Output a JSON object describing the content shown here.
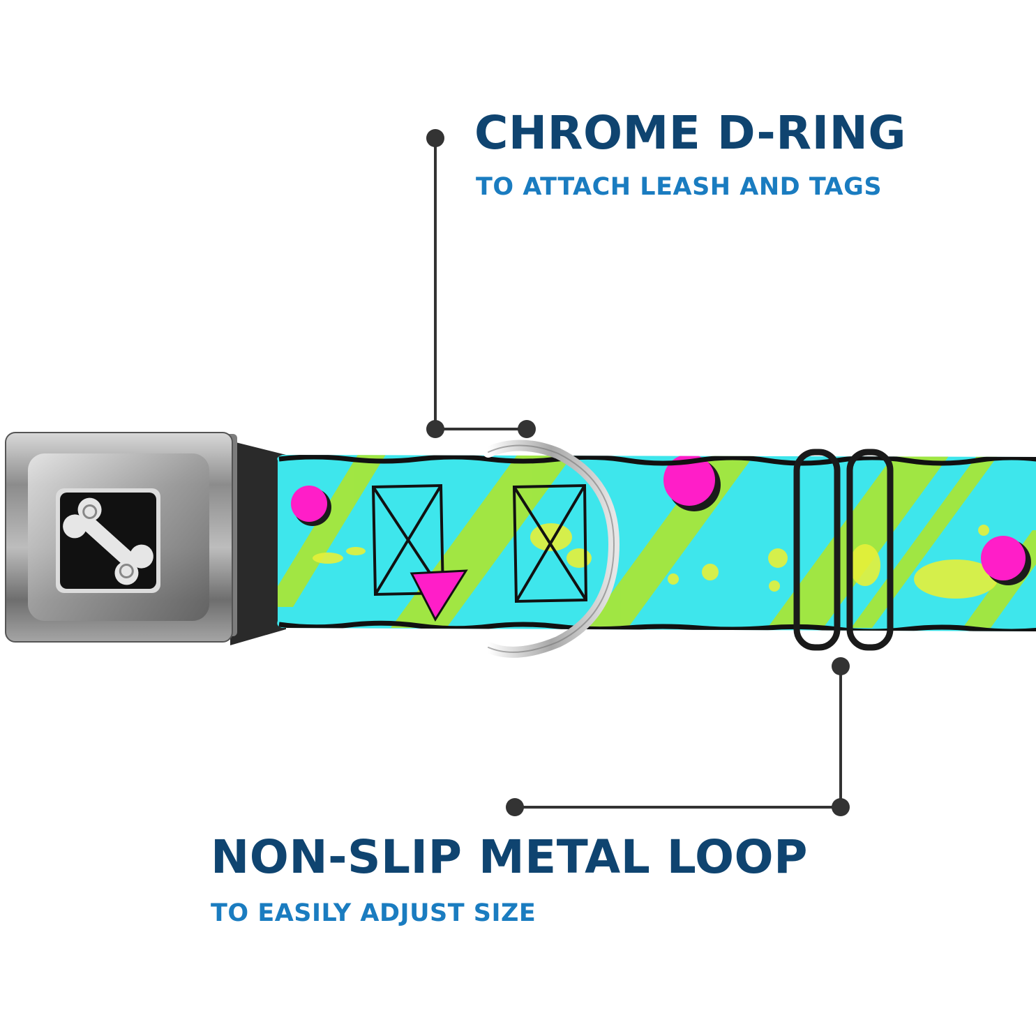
{
  "callouts": {
    "d_ring": {
      "title": "CHROME D-RING",
      "subtitle": "TO ATTACH LEASH AND TAGS"
    },
    "loop": {
      "title": "NON-SLIP METAL LOOP",
      "subtitle": "TO EASILY ADJUST SIZE"
    }
  },
  "colors": {
    "title": "#0f4470",
    "subtitle": "#1a7cc0",
    "leader_line": "#333333",
    "collar_base": "#3ee6ec",
    "collar_stripe": "#a6e63a",
    "collar_dot": "#ff1ec8",
    "collar_splatter": "#e6f03a",
    "buckle_metal": "#9a9a9a",
    "buckle_badge": "#111111"
  },
  "icons": {
    "buckle_logo": "dog-bone-icon"
  }
}
